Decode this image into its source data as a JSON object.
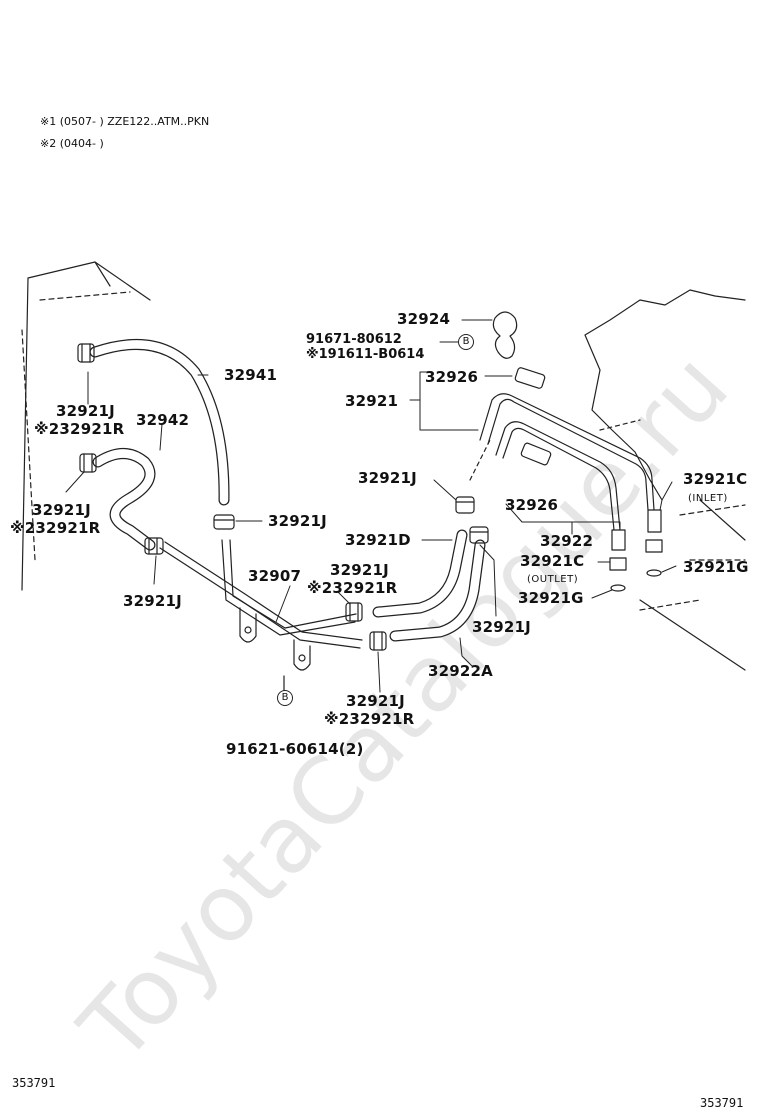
{
  "watermark": "ToyotaCatalogue.ru",
  "notes": [
    {
      "mark": "※1",
      "text": "(0507-    ) ZZE122..ATM..PKN"
    },
    {
      "mark": "※2",
      "text": "(0404-    )"
    }
  ],
  "labels": {
    "p32924": "32924",
    "p91671": "91671-80612",
    "p91611": "※191611-B0614",
    "p32941": "32941",
    "p32926a": "32926",
    "p32921": "32921",
    "p32921j_a": "32921J",
    "p32921r_a": "※232921R",
    "p32942": "32942",
    "p32921j_b": "32921J",
    "p32921r_b": "※232921R",
    "p32921j_c": "32921J",
    "p32921j_d": "32921J",
    "p32921c_in": "32921C",
    "tag_inlet": "(INLET)",
    "p32926b": "32926",
    "p32921d": "32921D",
    "p32922": "32922",
    "p32921c_out": "32921C",
    "tag_outlet": "(OUTLET)",
    "p32921g_r": "32921G",
    "p32921g_l": "32921G",
    "p32907": "32907",
    "p32921j_e": "32921J",
    "p32921r_e": "※232921R",
    "p32921j_f": "32921J",
    "p32921j_g": "32921J",
    "p32921r_g": "※232921R",
    "p32922a": "32922A",
    "p91621": "91621-60614(2)",
    "p32921j_h": "32921J",
    "b_circle_1": "B",
    "b_circle_2": "B"
  },
  "ref_left": "353791",
  "ref_right": "353791"
}
